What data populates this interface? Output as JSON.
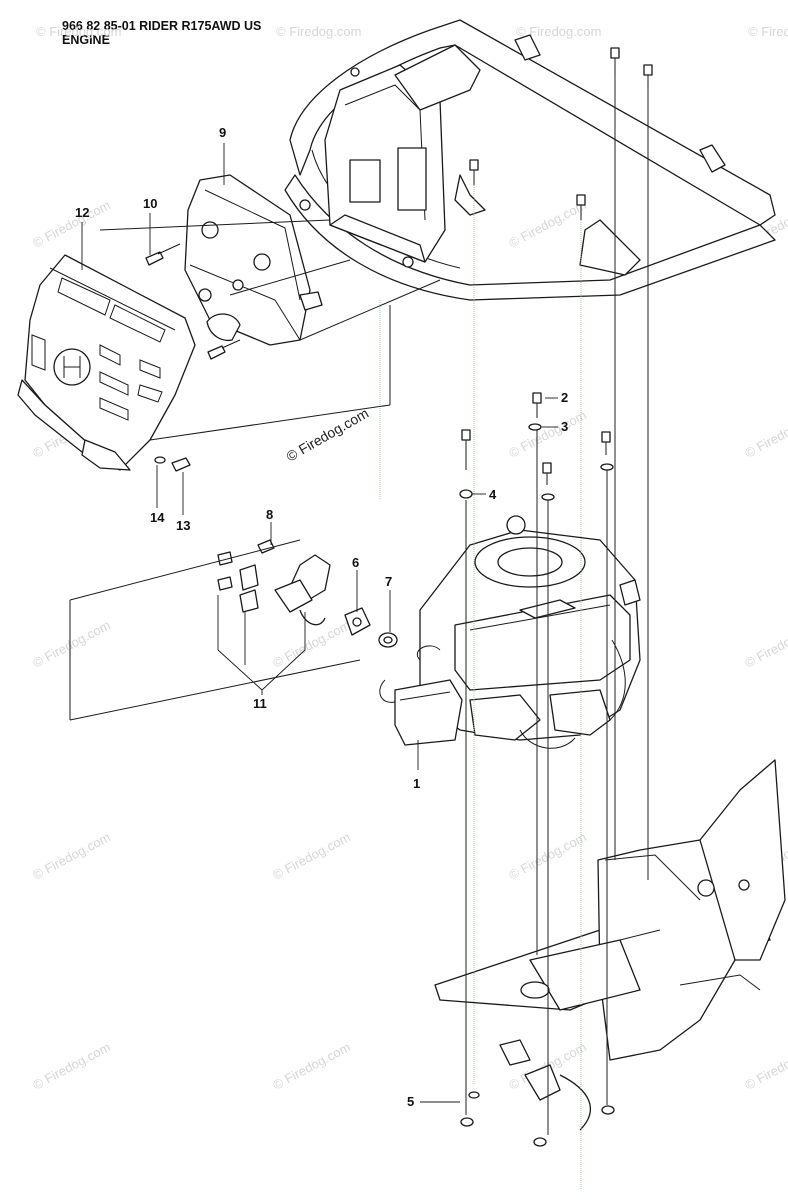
{
  "header": {
    "line1": "966 82 85-01 RIDER R175AWD US",
    "line2": "ENGINE"
  },
  "copyright": "© Firedog.com",
  "watermark_text": "© Firedog.com",
  "callouts": [
    {
      "id": "1",
      "label": "1"
    },
    {
      "id": "2",
      "label": "2"
    },
    {
      "id": "3",
      "label": "3"
    },
    {
      "id": "4",
      "label": "4"
    },
    {
      "id": "5",
      "label": "5"
    },
    {
      "id": "6",
      "label": "6"
    },
    {
      "id": "7",
      "label": "7"
    },
    {
      "id": "8",
      "label": "8"
    },
    {
      "id": "9",
      "label": "9"
    },
    {
      "id": "10",
      "label": "10"
    },
    {
      "id": "11",
      "label": "11"
    },
    {
      "id": "12",
      "label": "12"
    },
    {
      "id": "13",
      "label": "13"
    },
    {
      "id": "14",
      "label": "14"
    }
  ],
  "colors": {
    "ink": "#1a1a1a",
    "watermark": "#d6d6d6",
    "background": "#ffffff"
  }
}
